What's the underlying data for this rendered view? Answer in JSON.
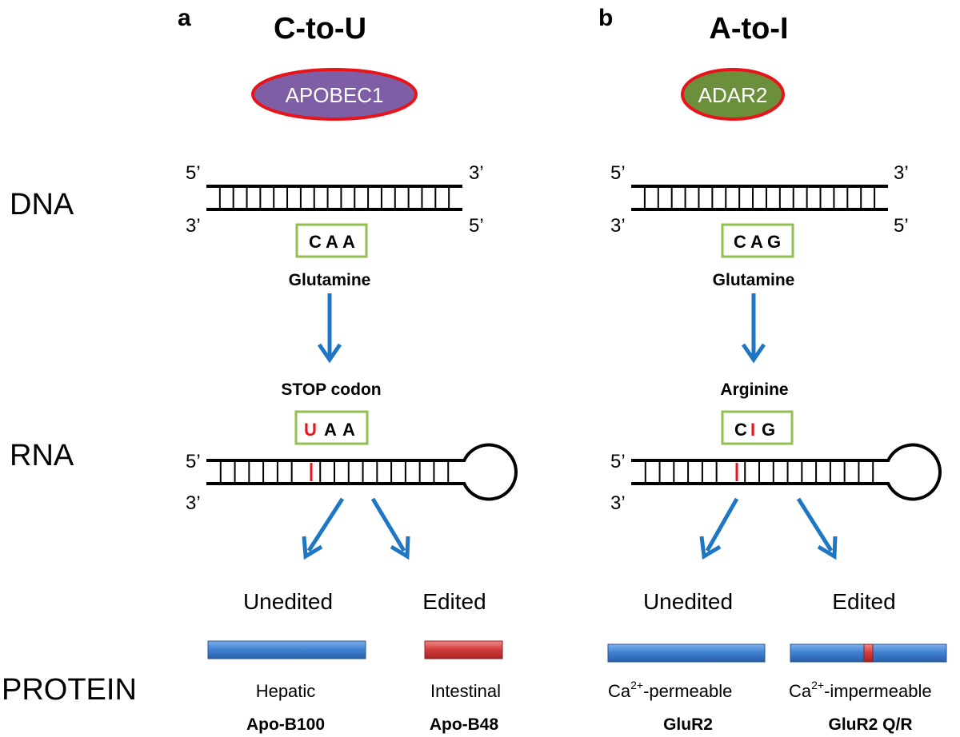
{
  "row_labels": {
    "dna": "DNA",
    "rna": "RNA",
    "protein": "PROTEIN"
  },
  "colors": {
    "arrow": "#1f77c4",
    "codon_box": "#92c050",
    "enzyme_border": "#e8141b",
    "apobec1_fill": "#7e5fa5",
    "adar2_fill": "#6b8f3a",
    "edited_base": "#e8141b",
    "protein_blue": "#3e7fd0",
    "protein_red": "#d23a3a"
  },
  "panels": [
    {
      "letter": "a",
      "title": "C-to-U",
      "enzyme": "APOBEC1",
      "dna": {
        "top_left": "5’",
        "top_right": "3’",
        "bottom_left": "3’",
        "bottom_right": "5’"
      },
      "dna_codon": [
        "C",
        "A",
        "A"
      ],
      "dna_amino": "Glutamine",
      "rna_amino": "STOP codon",
      "rna_codon": [
        "U",
        "A",
        "A"
      ],
      "edited_index": 0,
      "rna": {
        "top_left": "5’",
        "bottom_left": "3’"
      },
      "outcomes": [
        {
          "label": "Unedited",
          "tissue": "Hepatic",
          "protein": "Apo-B100"
        },
        {
          "label": "Edited",
          "tissue": "Intestinal",
          "protein": "Apo-B48"
        }
      ]
    },
    {
      "letter": "b",
      "title": "A-to-I",
      "enzyme": "ADAR2",
      "dna": {
        "top_left": "5’",
        "top_right": "3’",
        "bottom_left": "3’",
        "bottom_right": "5’"
      },
      "dna_codon": [
        "C",
        "A",
        "G"
      ],
      "dna_amino": "Glutamine",
      "rna_amino": "Arginine",
      "rna_codon": [
        "C",
        "I",
        "G"
      ],
      "edited_index": 1,
      "rna": {
        "top_left": "5’",
        "bottom_left": "3’"
      },
      "outcomes": [
        {
          "label": "Unedited",
          "ca": "Ca",
          "sup": "2+",
          "tissue_suffix": "-permeable",
          "protein": "GluR2"
        },
        {
          "label": "Edited",
          "ca": "Ca",
          "sup": "2+",
          "tissue_suffix": "-impermeable",
          "protein": "GluR2 Q/R"
        }
      ]
    }
  ]
}
